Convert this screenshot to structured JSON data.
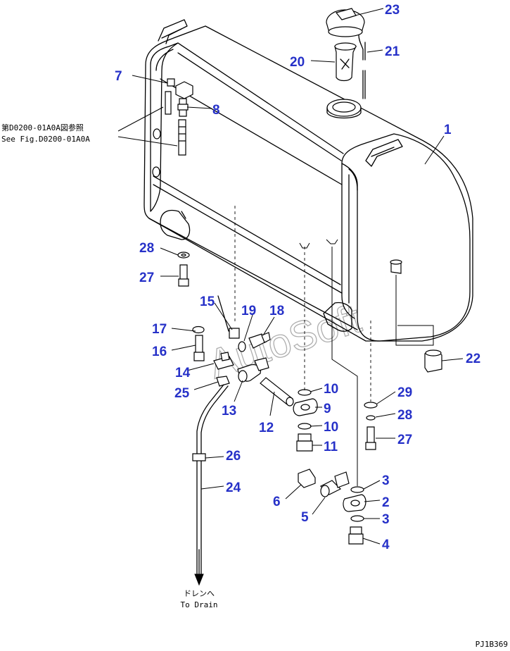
{
  "callouts": [
    {
      "id": "1",
      "label": "1"
    },
    {
      "id": "2",
      "label": "2"
    },
    {
      "id": "3a",
      "label": "3"
    },
    {
      "id": "3b",
      "label": "3"
    },
    {
      "id": "4",
      "label": "4"
    },
    {
      "id": "5",
      "label": "5"
    },
    {
      "id": "6",
      "label": "6"
    },
    {
      "id": "7",
      "label": "7"
    },
    {
      "id": "8",
      "label": "8"
    },
    {
      "id": "9",
      "label": "9"
    },
    {
      "id": "10a",
      "label": "10"
    },
    {
      "id": "10b",
      "label": "10"
    },
    {
      "id": "11",
      "label": "11"
    },
    {
      "id": "12",
      "label": "12"
    },
    {
      "id": "13",
      "label": "13"
    },
    {
      "id": "14",
      "label": "14"
    },
    {
      "id": "15",
      "label": "15"
    },
    {
      "id": "16",
      "label": "16"
    },
    {
      "id": "17",
      "label": "17"
    },
    {
      "id": "18",
      "label": "18"
    },
    {
      "id": "19",
      "label": "19"
    },
    {
      "id": "20",
      "label": "20"
    },
    {
      "id": "21",
      "label": "21"
    },
    {
      "id": "22",
      "label": "22"
    },
    {
      "id": "23",
      "label": "23"
    },
    {
      "id": "24",
      "label": "24"
    },
    {
      "id": "25",
      "label": "25"
    },
    {
      "id": "26",
      "label": "26"
    },
    {
      "id": "27a",
      "label": "27"
    },
    {
      "id": "27b",
      "label": "27"
    },
    {
      "id": "28a",
      "label": "28"
    },
    {
      "id": "28b",
      "label": "28"
    },
    {
      "id": "29",
      "label": "29"
    }
  ],
  "notes": {
    "ref_ja": "第D0200-01A0A図参照",
    "ref_en": "See Fig.D0200-01A0A",
    "drain_ja": "ドレンへ",
    "drain_en": "To Drain",
    "figure_code": "PJ1B369"
  },
  "watermark": "AutoSoft",
  "colors": {
    "callout": "#2631c8",
    "line": "#000000",
    "watermark": "#9a9a9a"
  }
}
